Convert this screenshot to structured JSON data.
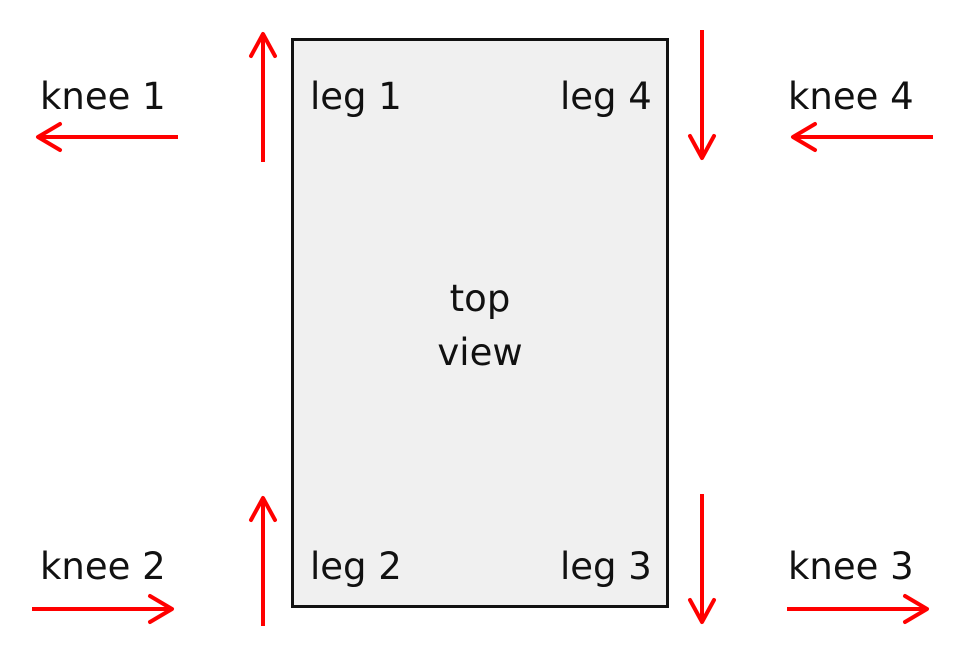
{
  "diagram": {
    "title": "top view leg/knee direction diagram",
    "accent_color": "#ff0000",
    "outline_color": "#111111",
    "body_fill": "#f0f0f0",
    "background": "#ffffff",
    "body": {
      "caption_line_1": "top",
      "caption_line_2": "view"
    },
    "legs": [
      {
        "id": "leg-1",
        "label": "leg 1",
        "corner": "top-left",
        "arrow_direction": "up"
      },
      {
        "id": "leg-4",
        "label": "leg 4",
        "corner": "top-right",
        "arrow_direction": "down"
      },
      {
        "id": "leg-2",
        "label": "leg 2",
        "corner": "bottom-left",
        "arrow_direction": "up"
      },
      {
        "id": "leg-3",
        "label": "leg 3",
        "corner": "bottom-right",
        "arrow_direction": "down"
      }
    ],
    "knees": [
      {
        "id": "knee-1",
        "label": "knee 1",
        "corner": "top-left",
        "arrow_direction": "left"
      },
      {
        "id": "knee-4",
        "label": "knee 4",
        "corner": "top-right",
        "arrow_direction": "left"
      },
      {
        "id": "knee-2",
        "label": "knee 2",
        "corner": "bottom-left",
        "arrow_direction": "right"
      },
      {
        "id": "knee-3",
        "label": "knee 3",
        "corner": "bottom-right",
        "arrow_direction": "right"
      }
    ]
  }
}
